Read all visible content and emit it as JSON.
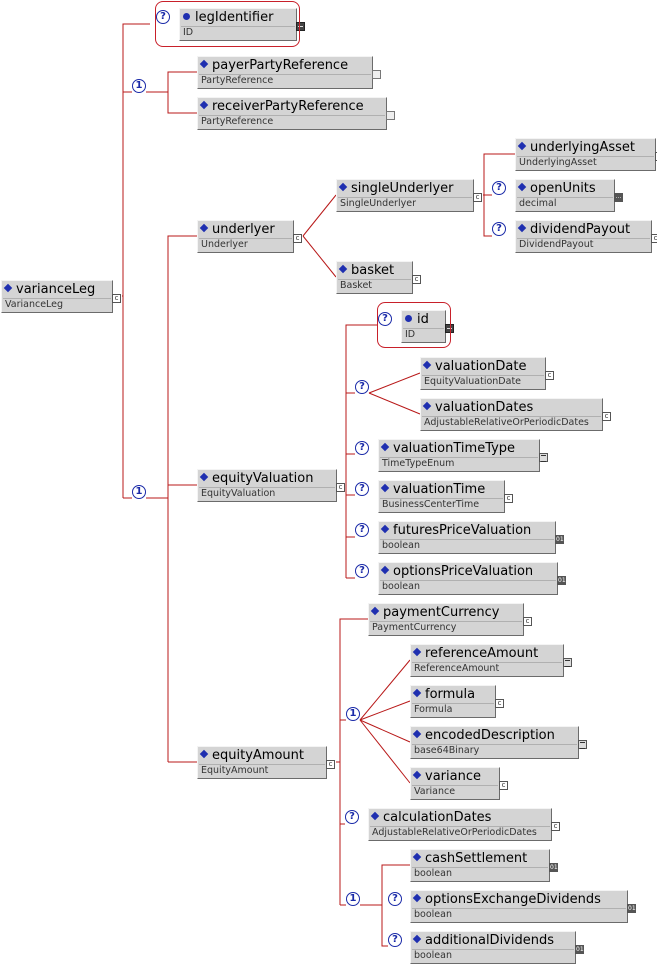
{
  "root": {
    "name": "varianceLeg",
    "type": "VarianceLeg"
  },
  "nodes": [
    {
      "id": "legIdentifier",
      "name": "legIdentifier",
      "type": "ID",
      "marker": "dot",
      "badge": "attr"
    },
    {
      "id": "payerPartyReference",
      "name": "payerPartyReference",
      "type": "PartyReference",
      "marker": "diamond",
      "badge": "empty"
    },
    {
      "id": "receiverPartyReference",
      "name": "receiverPartyReference",
      "type": "PartyReference",
      "marker": "diamond",
      "badge": "empty"
    },
    {
      "id": "underlyer",
      "name": "underlyer",
      "type": "Underlyer",
      "marker": "diamond",
      "badge": "complex"
    },
    {
      "id": "singleUnderlyer",
      "name": "singleUnderlyer",
      "type": "SingleUnderlyer",
      "marker": "diamond",
      "badge": "complex"
    },
    {
      "id": "basket",
      "name": "basket",
      "type": "Basket",
      "marker": "diamond",
      "badge": "complex"
    },
    {
      "id": "underlyingAsset",
      "name": "underlyingAsset",
      "type": "UnderlyingAsset",
      "marker": "diamond",
      "badge": "complex"
    },
    {
      "id": "openUnits",
      "name": "openUnits",
      "type": "decimal",
      "marker": "diamond",
      "badge": "dots"
    },
    {
      "id": "dividendPayout",
      "name": "dividendPayout",
      "type": "DividendPayout",
      "marker": "diamond",
      "badge": "complex"
    },
    {
      "id": "equityValuation",
      "name": "equityValuation",
      "type": "EquityValuation",
      "marker": "diamond",
      "badge": "complex"
    },
    {
      "id": "id",
      "name": "id",
      "type": "ID",
      "marker": "dot",
      "badge": "attr"
    },
    {
      "id": "valuationDate",
      "name": "valuationDate",
      "type": "EquityValuationDate",
      "marker": "diamond",
      "badge": "complex"
    },
    {
      "id": "valuationDates",
      "name": "valuationDates",
      "type": "AdjustableRelativeOrPeriodicDates",
      "marker": "diamond",
      "badge": "complex"
    },
    {
      "id": "valuationTimeType",
      "name": "valuationTimeType",
      "type": "TimeTypeEnum",
      "marker": "diamond",
      "badge": "simple"
    },
    {
      "id": "valuationTime",
      "name": "valuationTime",
      "type": "BusinessCenterTime",
      "marker": "diamond",
      "badge": "complex"
    },
    {
      "id": "futuresPriceValuation",
      "name": "futuresPriceValuation",
      "type": "boolean",
      "marker": "diamond",
      "badge": "bool"
    },
    {
      "id": "optionsPriceValuation",
      "name": "optionsPriceValuation",
      "type": "boolean",
      "marker": "diamond",
      "badge": "bool"
    },
    {
      "id": "equityAmount",
      "name": "equityAmount",
      "type": "EquityAmount",
      "marker": "diamond",
      "badge": "complex"
    },
    {
      "id": "paymentCurrency",
      "name": "paymentCurrency",
      "type": "PaymentCurrency",
      "marker": "diamond",
      "badge": "complex"
    },
    {
      "id": "referenceAmount",
      "name": "referenceAmount",
      "type": "ReferenceAmount",
      "marker": "diamond",
      "badge": "simple"
    },
    {
      "id": "formula",
      "name": "formula",
      "type": "Formula",
      "marker": "diamond",
      "badge": "complex"
    },
    {
      "id": "encodedDescription",
      "name": "encodedDescription",
      "type": "base64Binary",
      "marker": "diamond",
      "badge": "simple"
    },
    {
      "id": "variance",
      "name": "variance",
      "type": "Variance",
      "marker": "diamond",
      "badge": "complex"
    },
    {
      "id": "calculationDates",
      "name": "calculationDates",
      "type": "AdjustableRelativeOrPeriodicDates",
      "marker": "diamond",
      "badge": "complex"
    },
    {
      "id": "cashSettlement",
      "name": "cashSettlement",
      "type": "boolean",
      "marker": "diamond",
      "badge": "bool"
    },
    {
      "id": "optionsExchangeDividends",
      "name": "optionsExchangeDividends",
      "type": "boolean",
      "marker": "diamond",
      "badge": "bool"
    },
    {
      "id": "additionalDividends",
      "name": "additionalDividends",
      "type": "boolean",
      "marker": "diamond",
      "badge": "bool"
    }
  ],
  "compositors": [
    {
      "id": "seq-party",
      "symbol": "1"
    },
    {
      "id": "seq-main",
      "symbol": "1"
    },
    {
      "id": "opt-legid",
      "symbol": "?"
    },
    {
      "id": "opt-openunits",
      "symbol": "?"
    },
    {
      "id": "opt-dividend",
      "symbol": "?"
    },
    {
      "id": "opt-id",
      "symbol": "?"
    },
    {
      "id": "opt-valdate",
      "symbol": "?"
    },
    {
      "id": "opt-timetype",
      "symbol": "?"
    },
    {
      "id": "opt-valtime",
      "symbol": "?"
    },
    {
      "id": "opt-futures",
      "symbol": "?"
    },
    {
      "id": "opt-options",
      "symbol": "?"
    },
    {
      "id": "seq-amount",
      "symbol": "1"
    },
    {
      "id": "opt-calcdates",
      "symbol": "?"
    },
    {
      "id": "seq-settle",
      "symbol": "1"
    },
    {
      "id": "opt-optex",
      "symbol": "?"
    },
    {
      "id": "opt-adddiv",
      "symbol": "?"
    }
  ],
  "colors": {
    "connector": "#b81818",
    "compositor": "#1a2aa8",
    "box": "#d4d4d4"
  }
}
